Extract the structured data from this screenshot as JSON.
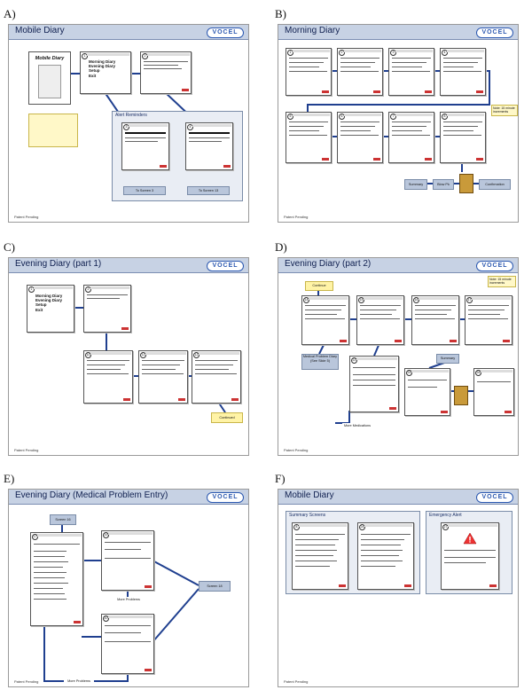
{
  "panels": [
    {
      "letter": "A)",
      "title": "Mobile Diary",
      "footer": "Patent Pending",
      "logo_screen_title": "Mobile Diary",
      "menu": [
        "Morning Diary",
        "Evening Diary",
        "Setup",
        "Exit"
      ],
      "subpanel": "Alert Reminders",
      "buttons": [
        "To Screen 3",
        "To Screen 13"
      ]
    },
    {
      "letter": "B)",
      "title": "Morning Diary",
      "footer": "Patent Pending",
      "buttons": [
        "Summary",
        "Blow Pk",
        "Confirmation",
        "Server"
      ],
      "note": "Note: 15 minute increments"
    },
    {
      "letter": "C)",
      "title": "Evening Diary (part 1)",
      "footer": "Patent Pending",
      "buttons": [
        "Continued"
      ]
    },
    {
      "letter": "D)",
      "title": "Evening Diary (part 2)",
      "footer": "Patent Pending",
      "buttons": [
        "Continue",
        "Medical Problem Diary (See Slide 5)",
        "Summary",
        "Server",
        "More Medications"
      ],
      "note": "Note: 15 minute increments"
    },
    {
      "letter": "E)",
      "title": "Evening Diary (Medical Problem Entry)",
      "footer": "Patent Pending",
      "buttons": [
        "Screen 16",
        "Screen 18",
        "More Problems",
        "More Problems"
      ]
    },
    {
      "letter": "F)",
      "title": "Mobile Diary",
      "footer": "Patent Pending",
      "subpanels": [
        "Summary Screens",
        "Emergency Alert"
      ]
    }
  ],
  "logo_text": "VOCEL",
  "colors": {
    "header": "#c7d2e4",
    "accent": "#2b58b0",
    "arrow": "#1f3f8f",
    "note": "#fff8c8"
  }
}
